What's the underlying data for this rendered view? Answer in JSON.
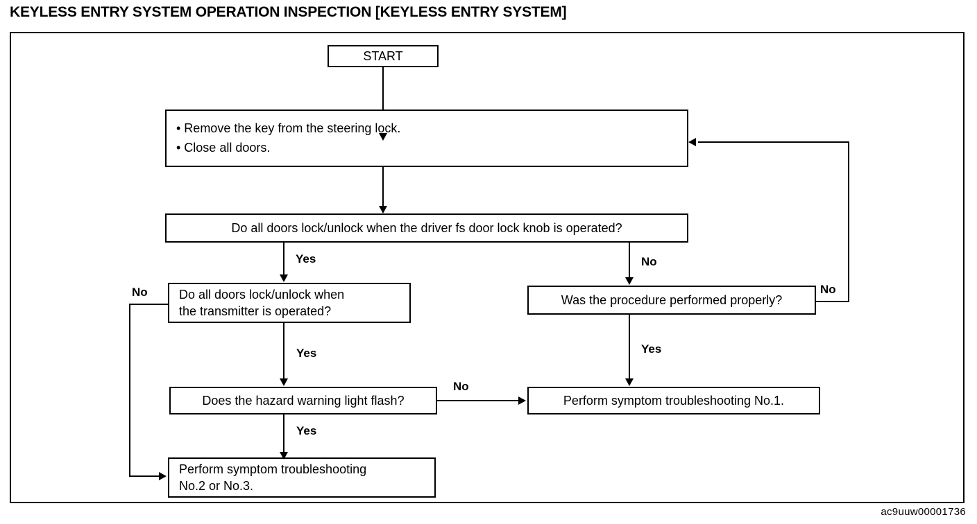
{
  "page": {
    "title": "KEYLESS ENTRY SYSTEM OPERATION INSPECTION [KEYLESS ENTRY SYSTEM]",
    "figure_id": "ac9uuw00001736",
    "ink_color": "#000000",
    "background_color": "#ffffff"
  },
  "chart_data": {
    "type": "diagram",
    "diagram_kind": "flowchart",
    "title": "KEYLESS ENTRY SYSTEM OPERATION INSPECTION [KEYLESS ENTRY SYSTEM]",
    "nodes": [
      {
        "id": "start",
        "shape": "terminator",
        "text": "START"
      },
      {
        "id": "prep",
        "shape": "process",
        "text": "• Remove the key from the steering lock.\n• Close all doors."
      },
      {
        "id": "knob",
        "shape": "decision",
        "text": "Do all doors lock/unlock when the driver fs door lock knob is operated?"
      },
      {
        "id": "transmitter",
        "shape": "decision",
        "text": "Do all doors lock/unlock when\nthe transmitter is operated?"
      },
      {
        "id": "procedure",
        "shape": "decision",
        "text": "Was the procedure performed properly?"
      },
      {
        "id": "hazard",
        "shape": "decision",
        "text": "Does the hazard warning light flash?"
      },
      {
        "id": "symptom1",
        "shape": "process",
        "text": "Perform symptom troubleshooting No.1."
      },
      {
        "id": "symptom23",
        "shape": "process",
        "text": "Perform symptom troubleshooting\nNo.2 or No.3."
      }
    ],
    "edges": [
      {
        "from": "start",
        "to": "prep",
        "label": ""
      },
      {
        "from": "prep",
        "to": "knob",
        "label": ""
      },
      {
        "from": "knob",
        "to": "transmitter",
        "label": "Yes"
      },
      {
        "from": "knob",
        "to": "procedure",
        "label": "No"
      },
      {
        "from": "transmitter",
        "to": "hazard",
        "label": "Yes"
      },
      {
        "from": "transmitter",
        "to": "symptom23",
        "label": "No"
      },
      {
        "from": "procedure",
        "to": "symptom1",
        "label": "Yes"
      },
      {
        "from": "procedure",
        "to": "prep",
        "label": "No"
      },
      {
        "from": "hazard",
        "to": "symptom1",
        "label": "No"
      },
      {
        "from": "hazard",
        "to": "symptom23",
        "label": "Yes"
      }
    ]
  },
  "nodes": {
    "start": {
      "label": "START"
    },
    "prep": {
      "line1": "• Remove the key from the steering lock.",
      "line2": "• Close all doors.",
      "text": "• Remove the key from the steering lock.\n• Close all doors."
    },
    "knob": {
      "text": "Do all doors lock/unlock when the driver fs door lock knob is operated?"
    },
    "transmitter": {
      "text": "Do all doors lock/unlock when\nthe transmitter is operated?"
    },
    "procedure": {
      "text": "Was the procedure performed properly?"
    },
    "hazard": {
      "text": "Does the hazard warning light flash?"
    },
    "symptom1": {
      "text": "Perform symptom troubleshooting No.1."
    },
    "symptom23": {
      "text": "Perform symptom troubleshooting\nNo.2 or No.3."
    }
  },
  "labels": {
    "knob_yes": "Yes",
    "knob_no": "No",
    "transmitter_yes": "Yes",
    "transmitter_no": "No",
    "procedure_yes": "Yes",
    "procedure_no": "No",
    "hazard_no": "No",
    "hazard_yes": "Yes"
  }
}
